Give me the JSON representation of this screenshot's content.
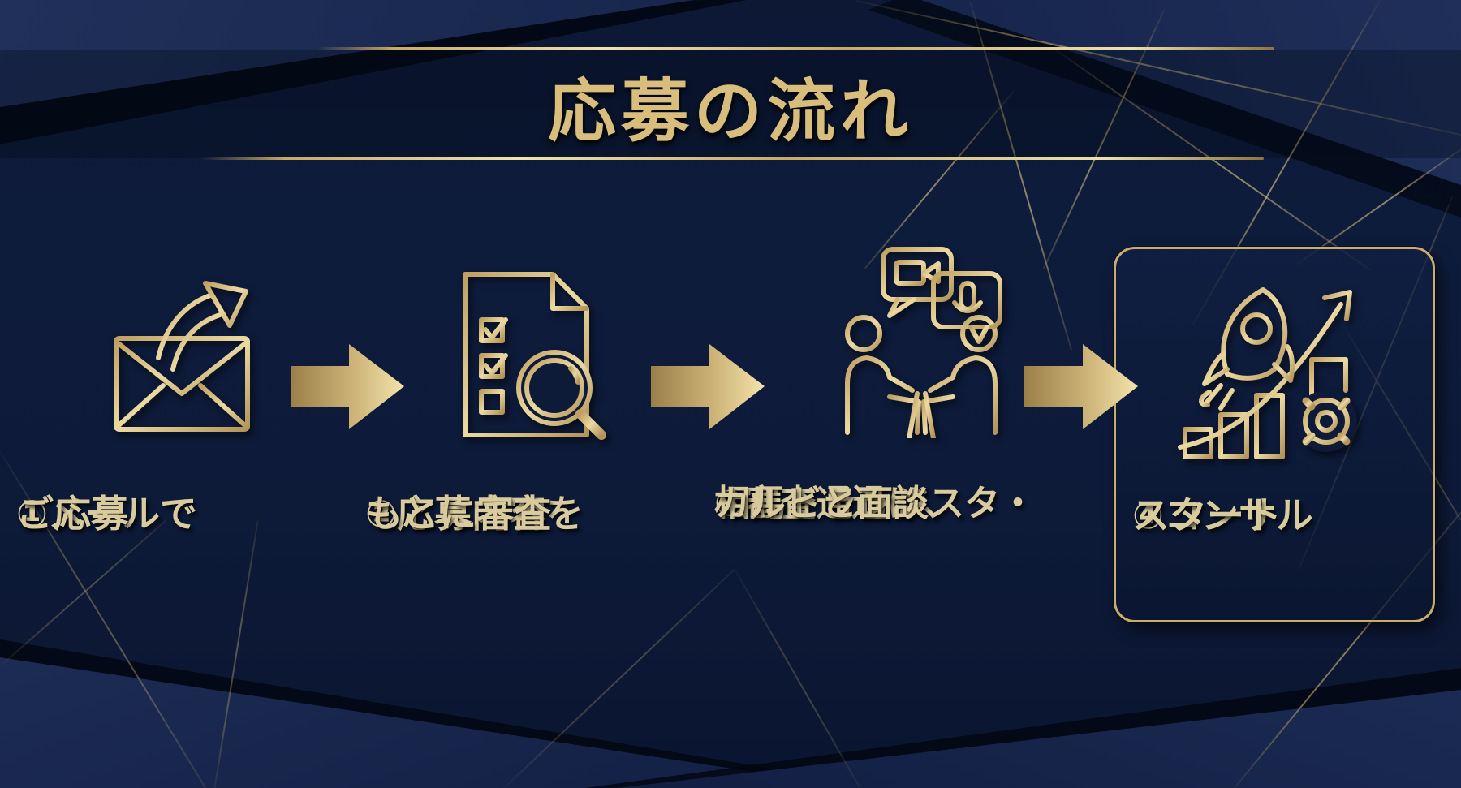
{
  "slide": {
    "title": "応募の流れ"
  },
  "steps": [
    {
      "id": 1,
      "icon": "email-send-icon",
      "lines": [
        "①メールで",
        "ご応募"
      ]
    },
    {
      "id": 2,
      "icon": "document-review-icon",
      "lines": [
        "②応募内容を",
        "もとに審査"
      ]
    },
    {
      "id": 3,
      "icon": "interview-icon",
      "lines": [
        "③審査通過は、",
        "相馬トランジスタ・",
        "カルビと面談"
      ]
    },
    {
      "id": 4,
      "icon": "rocket-growth-icon",
      "lines": [
        "④コンサル",
        "スタート"
      ],
      "boxed": true
    }
  ],
  "colors": {
    "background_navy": "#0d1a38",
    "panel_navy": "#1c2c54",
    "gold": "#c9a96a",
    "gold_light": "#eee0ae",
    "title_gold": "#d9bd7c",
    "step_text_gold": "#d9cb9d"
  }
}
